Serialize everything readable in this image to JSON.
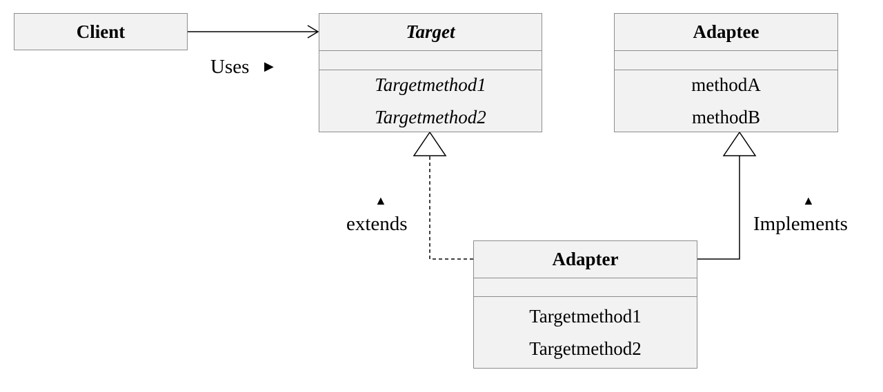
{
  "classes": {
    "client": {
      "name": "Client"
    },
    "target": {
      "name": "Target",
      "methods": [
        "Targetmethod1",
        "Targetmethod2"
      ]
    },
    "adaptee": {
      "name": "Adaptee",
      "methods": [
        "methodA",
        "methodB"
      ]
    },
    "adapter": {
      "name": "Adapter",
      "methods": [
        "Targetmethod1",
        "Targetmethod2"
      ]
    }
  },
  "relations": {
    "uses": {
      "label": "Uses",
      "direction_glyph": "▶",
      "style": "solid",
      "arrow": "open"
    },
    "extends": {
      "label": "extends",
      "direction_glyph": "▲",
      "style": "dashed",
      "arrow": "hollow-triangle"
    },
    "implements": {
      "label": "Implements",
      "direction_glyph": "▲",
      "style": "solid",
      "arrow": "hollow-triangle"
    }
  },
  "colors": {
    "box_fill": "#f2f2f2",
    "box_border": "#8c8c8c",
    "line": "#000000"
  }
}
